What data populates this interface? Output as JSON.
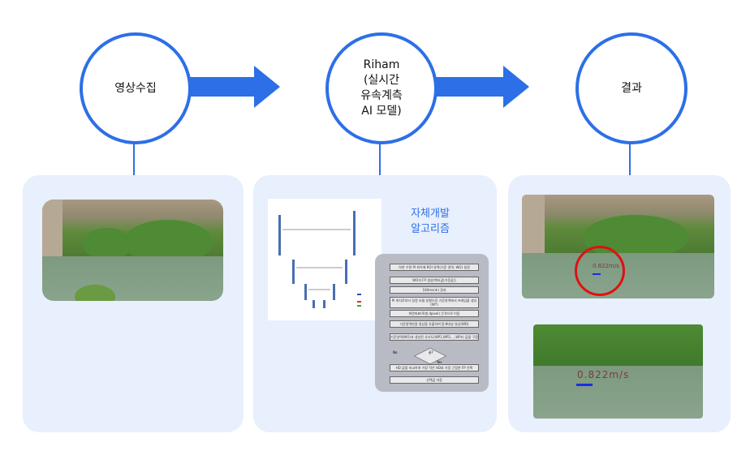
{
  "steps": [
    {
      "label": "영상수집"
    },
    {
      "label": "Riham\n(실시간\n유속계측\nAI 모델)"
    },
    {
      "label": "결과"
    }
  ],
  "algorithm": {
    "title": "자체개발\n알고리즘"
  },
  "flowchart": {
    "boxes": [
      "하천 수면 PI 위치에 ROI 영역(기준 영역, WO) 설정",
      "WO의 FP 생성(벡터값(기준값))",
      "100ms(초) 경과",
      "PI 위치로부터 일정 흐름 방향으로 기준영역에서 프레임을 생성(WT)",
      "화면좌표(픽셀 dpixel) 간격으로 이동",
      "기준영역만큼 영상을 추출하여 탐색대상 영상(WD)",
      "기준영역(WO)과 생성된 유사도(WP1,WP2,...,WPn) 값을 구함",
      "HD 값을 비교하여 가장 작은 HD와 가장 근접한 FP 선택",
      "선택값 저장"
    ],
    "decision": "끝?",
    "yes": "Yes",
    "no": "No"
  },
  "result": {
    "velocity": "0.822m/s"
  },
  "colors": {
    "accent": "#2d6fe6",
    "panel": "#e8effd",
    "highlight": "#e01010"
  }
}
